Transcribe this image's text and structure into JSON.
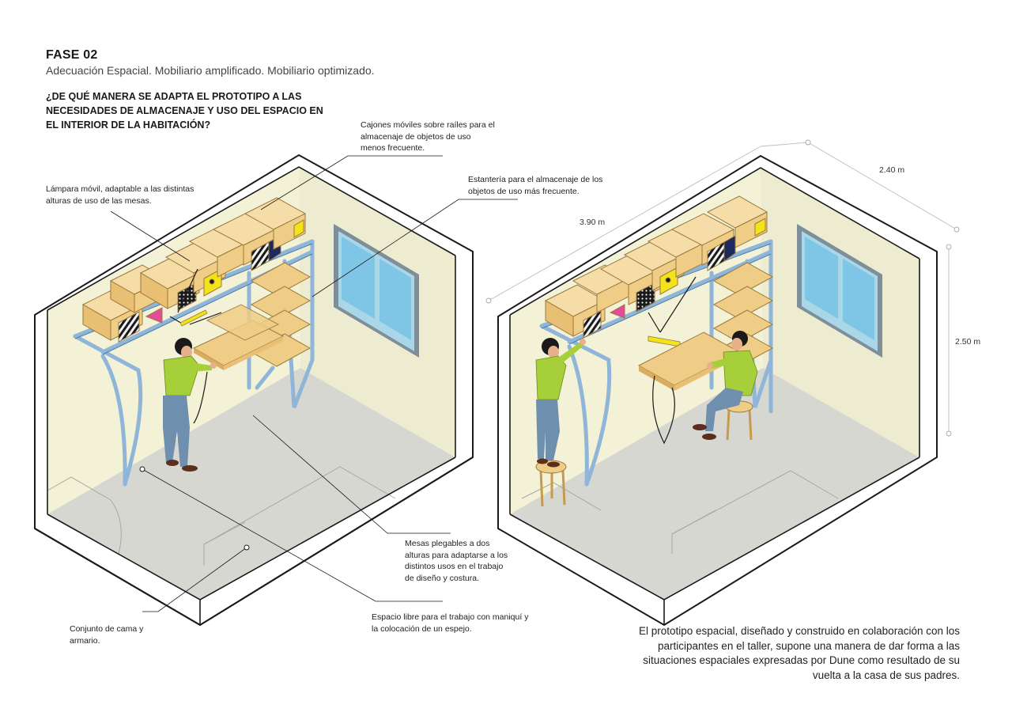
{
  "header": {
    "phase": "FASE 02",
    "subtitle": "Adecuación Espacial. Mobiliario amplificado. Mobiliario optimizado.",
    "question": "¿DE QUÉ MANERA SE ADAPTA EL PROTOTIPO A LAS NECESIDADES DE ALMACENAJE Y USO DEL ESPACIO EN EL INTERIOR DE LA HABITACIÓN?"
  },
  "annotations": {
    "drawers": "Cajones móviles sobre raíles para el almacenaje de objetos de uso menos frecuente.",
    "lamp": "Lámpara móvil, adaptable a las distintas alturas de uso de las mesas.",
    "shelf": "Estantería para el almacenaje de los objetos de uso más frecuente.",
    "tables": "Mesas plegables a dos alturas para adaptarse a los distintos usos en el trabajo de diseño y costura.",
    "bed": "Conjunto de cama y armario.",
    "free_space": "Espacio libre para el trabajo con maniquí y la colocación de un espejo."
  },
  "dimensions": {
    "width": "2.40 m",
    "length": "3.90 m",
    "height": "2.50 m"
  },
  "caption": "El prototipo espacial, diseñado y construido en colaboración con los participantes en el taller, supone una manera de dar forma a las situaciones espaciales expresadas por Dune como resultado de su vuelta a la casa de sus padres.",
  "colors": {
    "wall": "#f3f1d6",
    "floor": "#d7d7d2",
    "frame": "#8fb5d8",
    "wood": "#f0cd86",
    "window": "#7fc6e6",
    "shirt": "#a6cf3a",
    "pants": "#6f8fae",
    "accent_yellow": "#f2e31a",
    "accent_pink": "#e64a9b",
    "accent_navy": "#1c2a5e"
  }
}
